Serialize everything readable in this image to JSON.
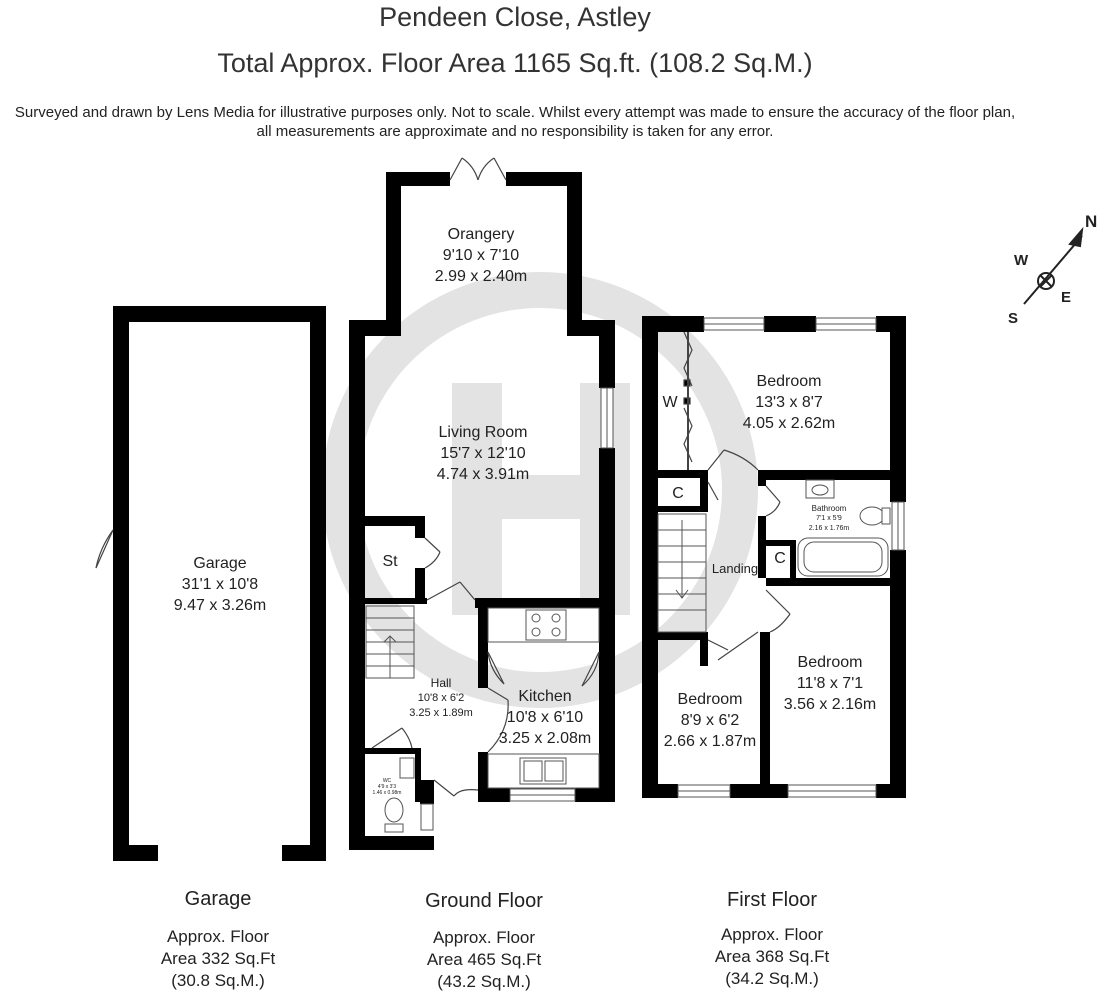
{
  "header": {
    "title": "Pendeen Close, Astley",
    "subtitle": "Total Approx. Floor Area 1165 Sq.ft. (108.2 Sq.M.)",
    "disclaimer_line1": "Surveyed and drawn by Lens Media for illustrative purposes only. Not to scale. Whilst every attempt was made to ensure the accuracy of the floor plan,",
    "disclaimer_line2": "all measurements are approximate and no responsibility is taken for any error."
  },
  "compass": {
    "n": "N",
    "e": "E",
    "s": "S",
    "w": "W"
  },
  "rooms": {
    "orangery": {
      "name": "Orangery",
      "imperial": "9'10 x 7'10",
      "metric": "2.99 x 2.40m"
    },
    "living": {
      "name": "Living Room",
      "imperial": "15'7 x 12'10",
      "metric": "4.74 x 3.91m"
    },
    "garage": {
      "name": "Garage",
      "imperial": "31'1 x 10'8",
      "metric": "9.47 x 3.26m"
    },
    "store": {
      "name": "St"
    },
    "hall": {
      "name": "Hall",
      "imperial": "10'8 x 6'2",
      "metric": "3.25 x 1.89m"
    },
    "kitchen": {
      "name": "Kitchen",
      "imperial": "10'8 x 6'10",
      "metric": "3.25 x 2.08m"
    },
    "wc": {
      "name": "WC",
      "imperial": "4'9 x 3'3",
      "metric": "1.46 x 0.98m"
    },
    "bedroom1": {
      "name": "Bedroom",
      "imperial": "13'3 x 8'7",
      "metric": "4.05 x 2.62m"
    },
    "wardrobe": {
      "name": "W"
    },
    "cupboard1": {
      "name": "C"
    },
    "cupboard2": {
      "name": "C"
    },
    "bathroom": {
      "name": "Bathroom",
      "imperial": "7'1 x 5'9",
      "metric": "2.16 x 1.76m"
    },
    "landing": {
      "name": "Landing"
    },
    "bedroom2": {
      "name": "Bedroom",
      "imperial": "11'8 x 7'1",
      "metric": "3.56 x 2.16m"
    },
    "bedroom3": {
      "name": "Bedroom",
      "imperial": "8'9 x 6'2",
      "metric": "2.66 x 1.87m"
    }
  },
  "floors": {
    "garage": {
      "name": "Garage",
      "line1": "Approx. Floor",
      "line2": "Area 332 Sq.Ft",
      "line3": "(30.8 Sq.M.)"
    },
    "ground": {
      "name": "Ground Floor",
      "line1": "Approx. Floor",
      "line2": "Area 465 Sq.Ft",
      "line3": "(43.2 Sq.M.)"
    },
    "first": {
      "name": "First Floor",
      "line1": "Approx. Floor",
      "line2": "Area 368 Sq.Ft",
      "line3": "(34.2 Sq.M.)"
    }
  },
  "colors": {
    "wall": "#000000",
    "watermark": "#e3e3e3",
    "window": "#d9d9d9"
  }
}
